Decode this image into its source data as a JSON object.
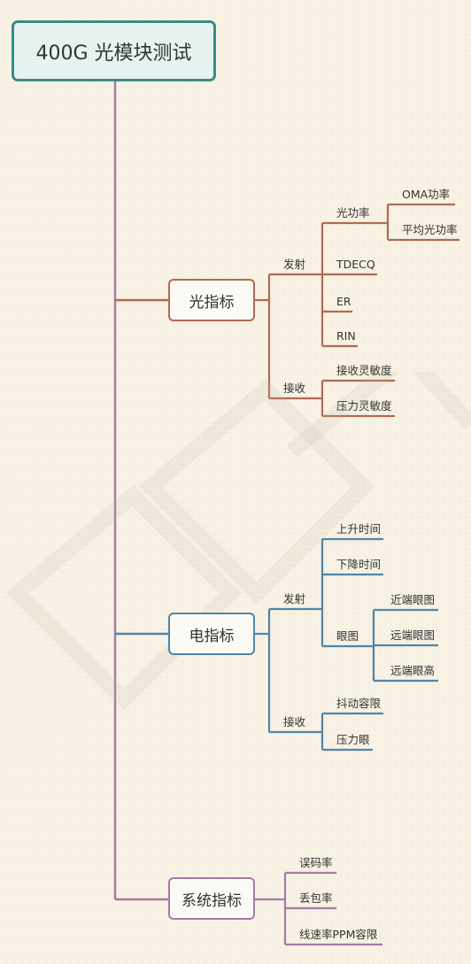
{
  "root": "400G 光模块测试",
  "branches": {
    "optical": {
      "label": "光指标",
      "color": "#b06a52",
      "tx": {
        "label": "发射",
        "power": {
          "label": "光功率",
          "items": [
            "OMA功率",
            "平均光功率"
          ]
        },
        "tdecq": "TDECQ",
        "er": "ER",
        "rin": "RIN"
      },
      "rx": {
        "label": "接收",
        "items": [
          "接收灵敏度",
          "压力灵敏度"
        ]
      }
    },
    "electrical": {
      "label": "电指标",
      "color": "#4f86a8",
      "tx": {
        "label": "发射",
        "rise": "上升时间",
        "fall": "下降时间",
        "eye": {
          "label": "眼图",
          "items": [
            "近端眼图",
            "远端眼图",
            "远端眼高"
          ]
        }
      },
      "rx": {
        "label": "接收",
        "items": [
          "抖动容限",
          "压力眼"
        ]
      }
    },
    "system": {
      "label": "系统指标",
      "color": "#a879a8",
      "items": [
        "误码率",
        "丢包率",
        "线速率PPM容限"
      ]
    }
  }
}
